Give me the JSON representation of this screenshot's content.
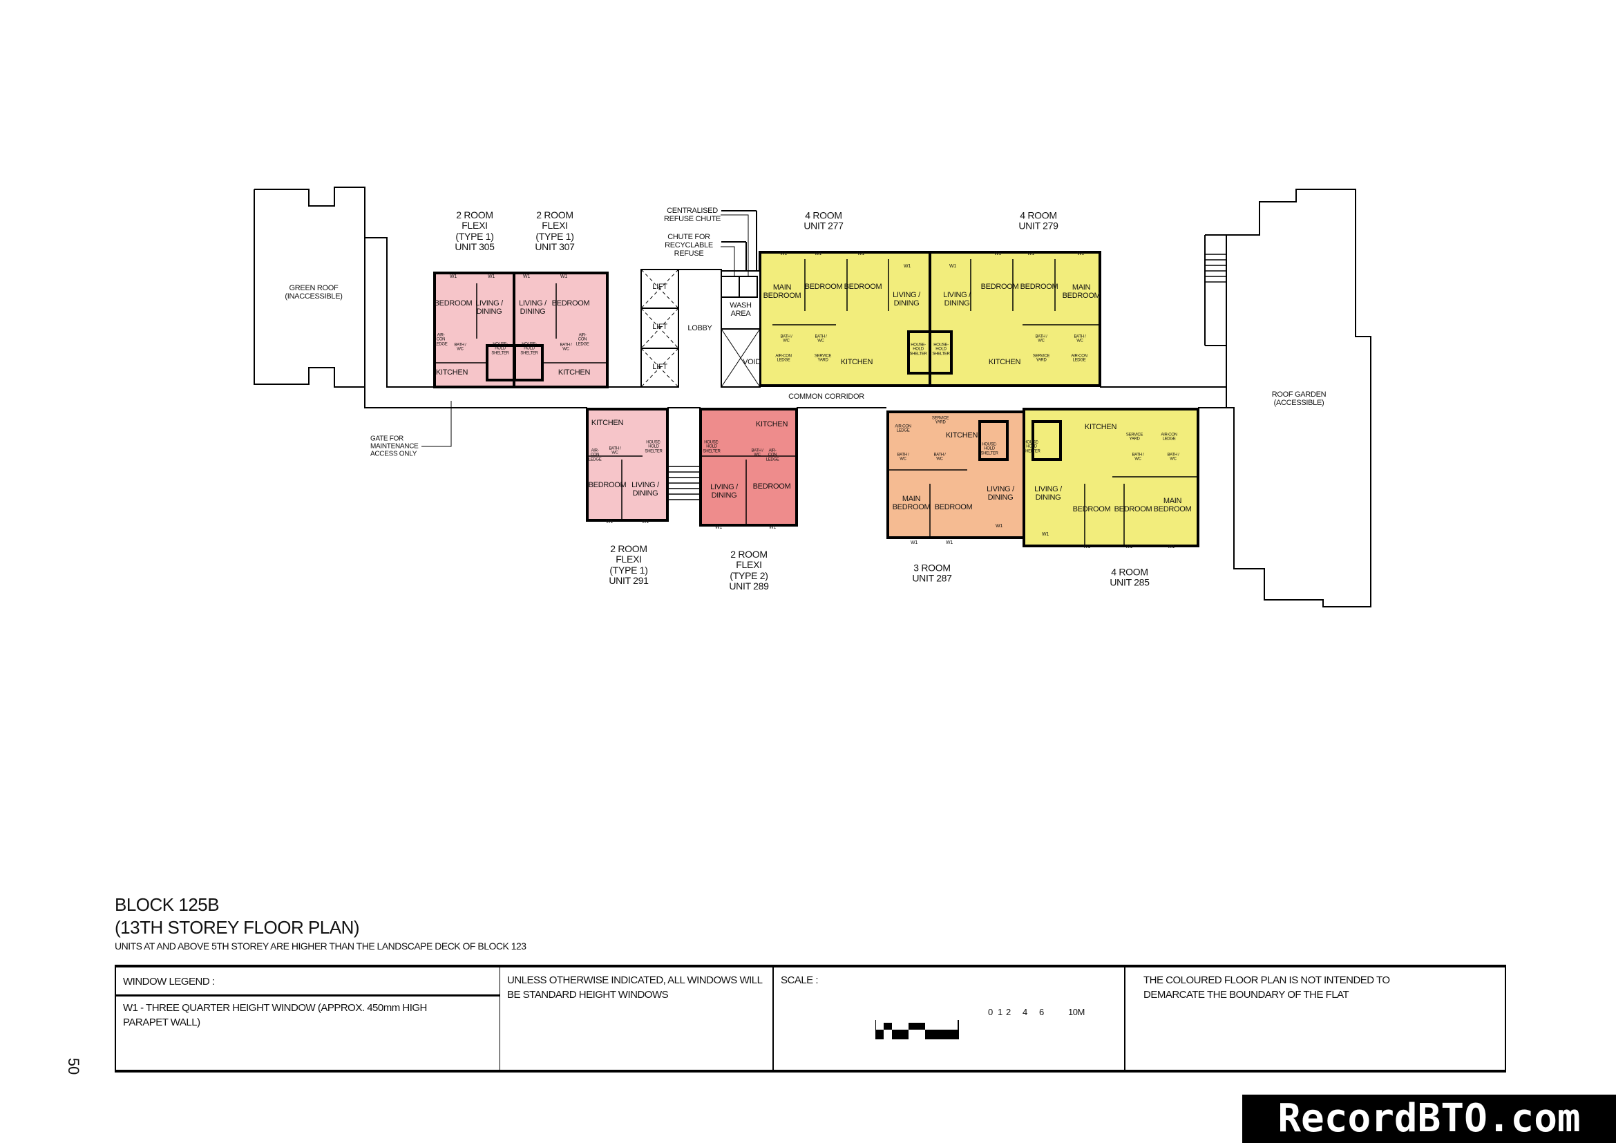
{
  "colors": {
    "two_room_type1": "#f6c5c9",
    "two_room_type2": "#ee8c8c",
    "three_room": "#f5bb92",
    "four_room": "#f2ed7c",
    "wall": "#000000"
  },
  "window_tag": "W1",
  "annotations": {
    "green_roof": "GREEN ROOF\n(INACCESSIBLE)",
    "refuse_chute": "CENTRALISED\nREFUSE CHUTE",
    "recycle_chute": "CHUTE FOR\nRECYCLABLE\nREFUSE",
    "lobby": "LOBBY",
    "lift": "LIFT",
    "wash_area": "WASH\nAREA",
    "void": "VOID",
    "common_corridor": "COMMON CORRIDOR",
    "gate": "GATE FOR\nMAINTENANCE\nACCESS ONLY",
    "roof_garden": "ROOF GARDEN\n(ACCESSIBLE)"
  },
  "units": [
    {
      "label": "2 ROOM\nFLEXI\n(TYPE 1)\nUNIT 305",
      "rooms": [
        "BEDROOM",
        "LIVING /\nDINING",
        "AIR-\nCON\nLEDGE",
        "BATH /\nWC",
        "HOUSE-\nHOLD\nSHELTER",
        "KITCHEN"
      ]
    },
    {
      "label": "2 ROOM\nFLEXI\n(TYPE 1)\nUNIT 307",
      "rooms": [
        "HOUSE-\nHOLD\nSHELTER",
        "LIVING /\nDINING",
        "BEDROOM",
        "BATH /\nWC",
        "AIR-\nCON\nLEDGE",
        "KITCHEN"
      ]
    },
    {
      "label": "4 ROOM\nUNIT 277",
      "rooms": [
        "MAIN\nBEDROOM",
        "BEDROOM",
        "BEDROOM",
        "LIVING /\nDINING",
        "BATH /\nWC",
        "BATH /\nWC",
        "AIR-CON\nLEDGE",
        "SERVICE\nYARD",
        "KITCHEN",
        "HOUSE-\nHOLD\nSHELTER"
      ]
    },
    {
      "label": "4 ROOM\nUNIT 279",
      "rooms": [
        "HOUSE-\nHOLD\nSHELTER",
        "LIVING /\nDINING",
        "BEDROOM",
        "BEDROOM",
        "MAIN\nBEDROOM",
        "BATH /\nWC",
        "BATH /\nWC",
        "SERVICE\nYARD",
        "AIR-CON\nLEDGE",
        "KITCHEN"
      ]
    },
    {
      "label": "2 ROOM\nFLEXI\n(TYPE 1)\nUNIT 291",
      "rooms": [
        "KITCHEN",
        "BATH /\nWC",
        "AIR-\nCON\nLEDGE",
        "HOUSE-\nHOLD\nSHELTER",
        "BEDROOM",
        "LIVING /\nDINING"
      ]
    },
    {
      "label": "2 ROOM\nFLEXI\n(TYPE 2)\nUNIT 289",
      "rooms": [
        "HOUSE-\nHOLD\nSHELTER",
        "KITCHEN",
        "BATH /\nWC",
        "AIR-\nCON\nLEDGE",
        "LIVING /\nDINING",
        "BEDROOM"
      ]
    },
    {
      "label": "3 ROOM\nUNIT 287",
      "rooms": [
        "SERVICE\nYARD",
        "AIR-CON\nLEDGE",
        "KITCHEN",
        "BATH /\nWC",
        "BATH /\nWC",
        "HOUSE-\nHOLD\nSHELTER",
        "MAIN\nBEDROOM",
        "BEDROOM",
        "LIVING /\nDINING"
      ]
    },
    {
      "label": "4 ROOM\nUNIT 285",
      "rooms": [
        "HOUSE-\nHOLD\nSHELTER",
        "KITCHEN",
        "SERVICE\nYARD",
        "AIR-CON\nLEDGE",
        "BATH /\nWC",
        "BATH /\nWC",
        "LIVING /\nDINING",
        "BEDROOM",
        "BEDROOM",
        "MAIN\nBEDROOM"
      ]
    }
  ],
  "title": "BLOCK 125B",
  "subtitle": "(13TH STOREY FLOOR PLAN)",
  "deck_note": "UNITS AT AND ABOVE 5TH STOREY ARE HIGHER THAN THE LANDSCAPE DECK OF BLOCK 123",
  "legend": {
    "window_heading": "WINDOW LEGEND :",
    "window_w1": "W1 - THREE QUARTER HEIGHT WINDOW (APPROX. 450mm HIGH PARAPET WALL)",
    "standard_note": "UNLESS OTHERWISE INDICATED, ALL WINDOWS WILL BE STANDARD HEIGHT WINDOWS",
    "scale_heading": "SCALE :",
    "scale_ticks": [
      "0",
      "1",
      "2",
      "4",
      "6",
      "10M"
    ],
    "disclaimer": "THE COLOURED FLOOR PLAN IS NOT INTENDED TO DEMARCATE THE BOUNDARY OF THE FLAT"
  },
  "page_number": "50",
  "watermark": "RecordBTO.com"
}
